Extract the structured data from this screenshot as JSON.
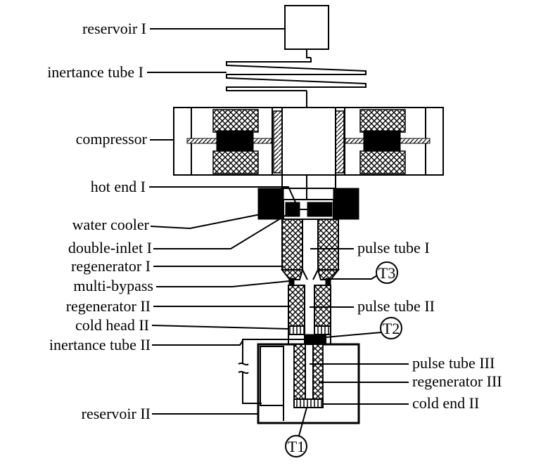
{
  "diagram": {
    "labels_left": {
      "reservoir_1": "reservoir I",
      "inertance_tube_1": "inertance tube I",
      "compressor": "compressor",
      "hot_end_1": "hot end I",
      "water_cooler": "water cooler",
      "double_inlet_1": "double-inlet I",
      "regenerator_1": "regenerator I",
      "multi_bypass": "multi-bypass",
      "regenerator_2": "regenerator II",
      "cold_head_2": "cold head II",
      "inertance_tube_2": "inertance tube II",
      "reservoir_2": "reservoir II"
    },
    "labels_right": {
      "pulse_tube_1": "pulse tube I",
      "pulse_tube_2": "pulse tube II",
      "pulse_tube_3": "pulse tube III",
      "regenerator_3": "regenerator III",
      "cold_end_2": "cold end II"
    },
    "sensors": {
      "t1": "T1",
      "t2": "T2",
      "t3": "T3"
    }
  }
}
